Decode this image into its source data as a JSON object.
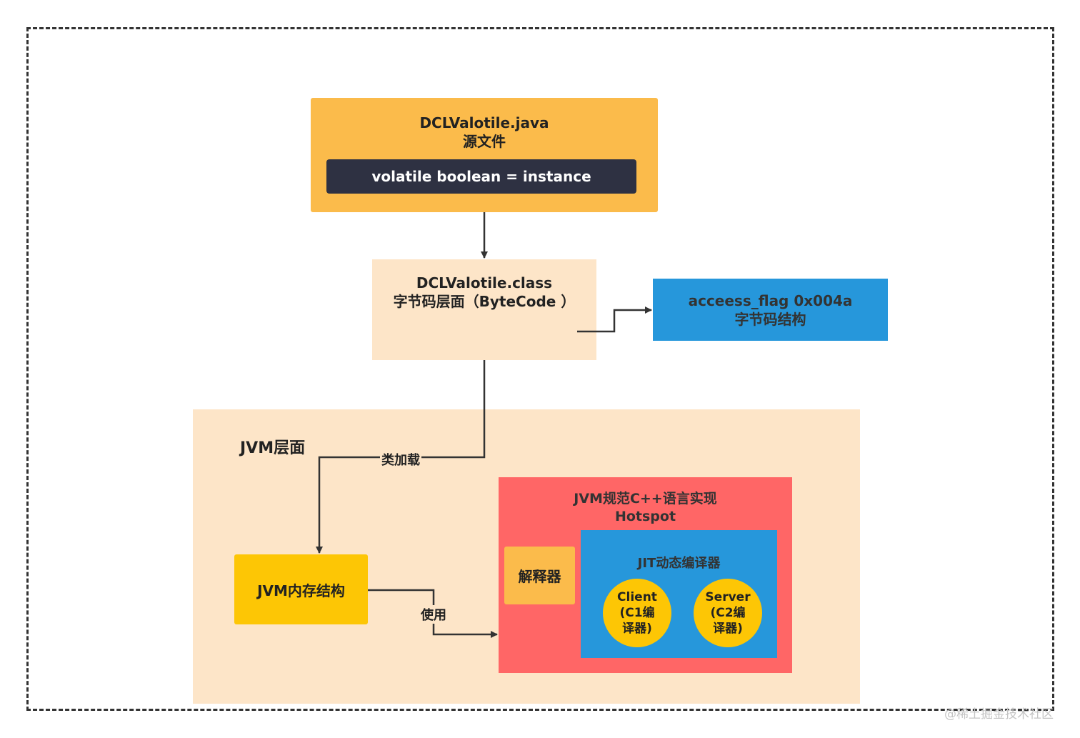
{
  "nodes": {
    "source_file": {
      "title_line1": "DCLValotile.java",
      "title_line2": "源文件",
      "code": "volatile boolean = instance"
    },
    "class_file": {
      "title_line1": "DCLValotile.class",
      "title_line2": "字节码层面（ByteCode ）"
    },
    "access_flag": {
      "line1": "acceess_flag 0x004a",
      "line2": "字节码结构"
    },
    "jvm_layer": {
      "title": "JVM层面"
    },
    "jvm_memory": {
      "label": "JVM内存结构"
    },
    "hotspot": {
      "line1": "JVM规范C++语言实现",
      "line2": "Hotspot"
    },
    "interpreter": {
      "label": "解释器"
    },
    "jit": {
      "title": "JIT动态编译器",
      "client": {
        "line1": "Client",
        "line2": "(C1编",
        "line3": "译器)"
      },
      "server": {
        "line1": "Server",
        "line2": "(C2编",
        "line3": "译器)"
      }
    }
  },
  "edges": {
    "class_loading": "类加载",
    "use": "使用"
  },
  "watermark": "@稀土掘金技术社区",
  "colors": {
    "orange": "#fbbb4b",
    "dark_code": "#2e3142",
    "peach": "#fde5c8",
    "blue": "#2697db",
    "yellow": "#fdc605",
    "red": "#ff6666",
    "line": "#333333"
  }
}
